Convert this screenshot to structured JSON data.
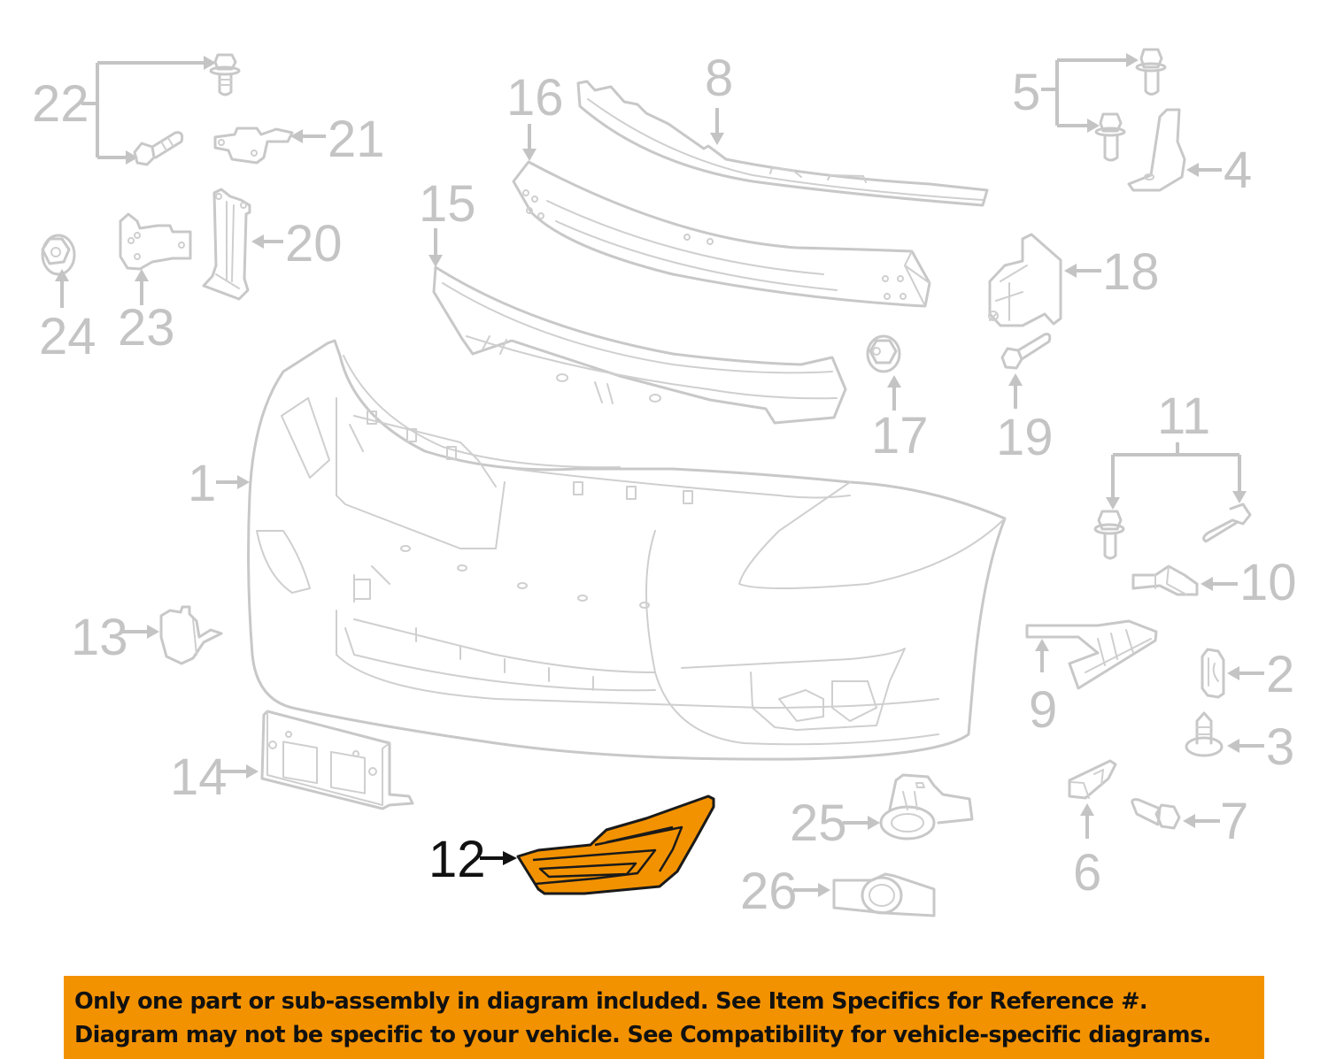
{
  "diagram": {
    "title": "Front bumper assembly exploded parts diagram",
    "highlight_color": "#f39200",
    "line_color": "#c8c8c8",
    "highlighted_part": "12",
    "callouts": [
      {
        "id": "1",
        "label": "1"
      },
      {
        "id": "2",
        "label": "2"
      },
      {
        "id": "3",
        "label": "3"
      },
      {
        "id": "4",
        "label": "4"
      },
      {
        "id": "5",
        "label": "5"
      },
      {
        "id": "6",
        "label": "6"
      },
      {
        "id": "7",
        "label": "7"
      },
      {
        "id": "8",
        "label": "8"
      },
      {
        "id": "9",
        "label": "9"
      },
      {
        "id": "10",
        "label": "10"
      },
      {
        "id": "11",
        "label": "11"
      },
      {
        "id": "12",
        "label": "12"
      },
      {
        "id": "13",
        "label": "13"
      },
      {
        "id": "14",
        "label": "14"
      },
      {
        "id": "15",
        "label": "15"
      },
      {
        "id": "16",
        "label": "16"
      },
      {
        "id": "17",
        "label": "17"
      },
      {
        "id": "18",
        "label": "18"
      },
      {
        "id": "19",
        "label": "19"
      },
      {
        "id": "20",
        "label": "20"
      },
      {
        "id": "21",
        "label": "21"
      },
      {
        "id": "22",
        "label": "22"
      },
      {
        "id": "23",
        "label": "23"
      },
      {
        "id": "24",
        "label": "24"
      },
      {
        "id": "25",
        "label": "25"
      },
      {
        "id": "26",
        "label": "26"
      }
    ]
  },
  "disclaimer": {
    "background": "#f39200",
    "line1": "Only one part or sub-assembly in diagram included. See Item Specifics for Reference #.",
    "line2": "Diagram may not be specific to your vehicle. See Compatibility for vehicle-specific diagrams."
  }
}
